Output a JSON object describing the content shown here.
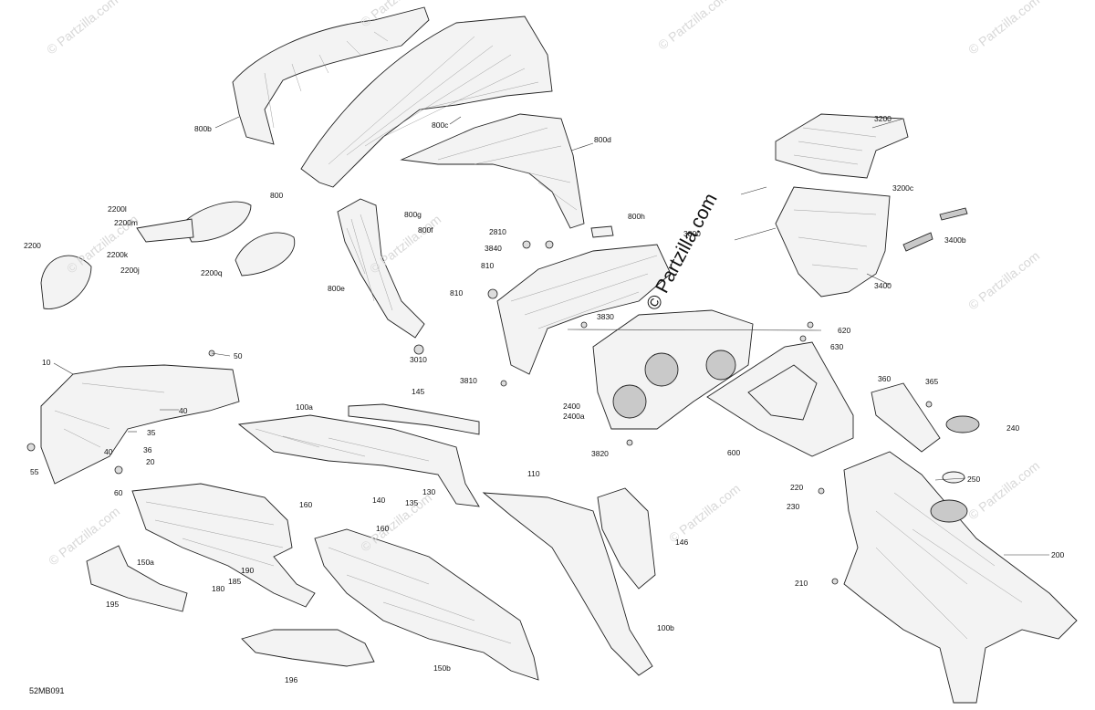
{
  "watermark": "© Partzilla.com",
  "watermark_large": "© Partzilla.com",
  "diagram_code": "52MB091",
  "callouts": {
    "c800b": "800b",
    "c800c": "800c",
    "c800d": "800d",
    "c800": "800",
    "c800g": "800g",
    "c800f": "800f",
    "c800e": "800e",
    "c800h": "800h",
    "c2200l": "2200l",
    "c2200m": "2200m",
    "c2200": "2200",
    "c2200k": "2200k",
    "c2200j": "2200j",
    "c2200q": "2200q",
    "c2810": "2810",
    "c3840": "3840",
    "c810a": "810",
    "c810b": "810",
    "c3800": "3800",
    "c3830": "3830",
    "c3810": "3810",
    "c2400": "2400",
    "c2400a": "2400a",
    "c3820": "3820",
    "c3200": "3200",
    "c3200c": "3200c",
    "c3400b": "3400b",
    "c3400": "3400",
    "c620": "620",
    "c630": "630",
    "c600": "600",
    "c360": "360",
    "c365": "365",
    "c240": "240",
    "c250": "250",
    "c220": "220",
    "c230": "230",
    "c210": "210",
    "c200": "200",
    "c10": "10",
    "c50": "50",
    "c40a": "40",
    "c35": "35",
    "c40b": "40",
    "c36": "36",
    "c20": "20",
    "c55": "55",
    "c60": "60",
    "c100a": "100a",
    "c145": "145",
    "c140": "140",
    "c135": "135",
    "c130": "130",
    "c110": "110",
    "c160a": "160",
    "c160b": "160",
    "c150a": "150a",
    "c190": "190",
    "c185": "185",
    "c180": "180",
    "c195": "195",
    "c196": "196",
    "c150b": "150b",
    "c100b": "100b",
    "c146": "146",
    "c3010": "3010"
  },
  "colors": {
    "outline": "#222222",
    "fill": "#f3f3f3",
    "shade": "#c9c9c9",
    "watermark": "#d8d8d8"
  }
}
